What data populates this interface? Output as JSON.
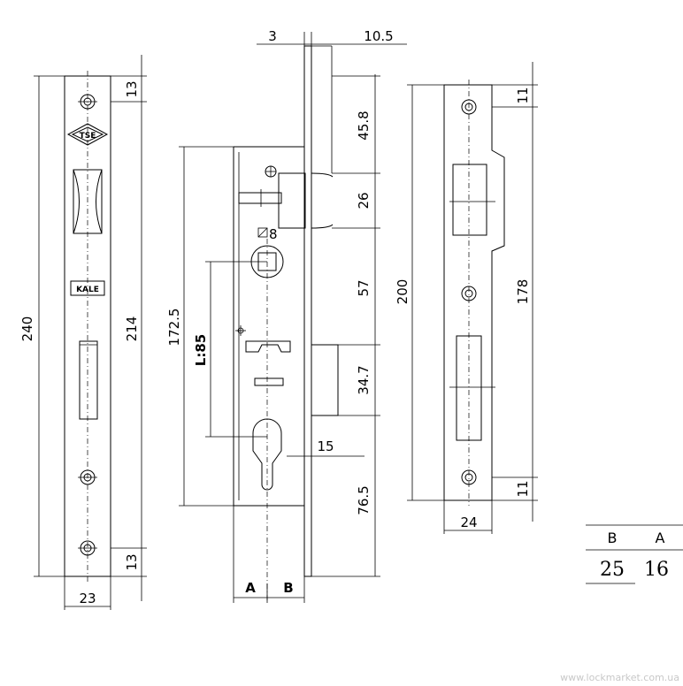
{
  "faceplate": {
    "dims": {
      "overall": "240",
      "inner": "214",
      "top": "13",
      "bottom": "13",
      "width": "23"
    },
    "logo_tse": "TSE",
    "logo_kale": "KALE"
  },
  "lock_body": {
    "dims": {
      "top_backset": "3",
      "front_offset": "10.5",
      "top_section": "45.8",
      "latch": "26",
      "to_cylinder": "57",
      "dim_34_7": "34.7",
      "dim_15": "15",
      "dim_76_5": "76.5",
      "height": "172.5",
      "center_distance": "L:85",
      "spindle": "8"
    },
    "labels": {
      "a": "A",
      "b": "B"
    }
  },
  "strike": {
    "dims": {
      "overall": "200",
      "inner": "178",
      "top": "11",
      "bottom": "11",
      "width": "24"
    }
  },
  "table": {
    "headers": [
      "B",
      "A"
    ],
    "values": [
      "25",
      "16"
    ]
  },
  "watermark": "www.lockmarket.com.ua"
}
